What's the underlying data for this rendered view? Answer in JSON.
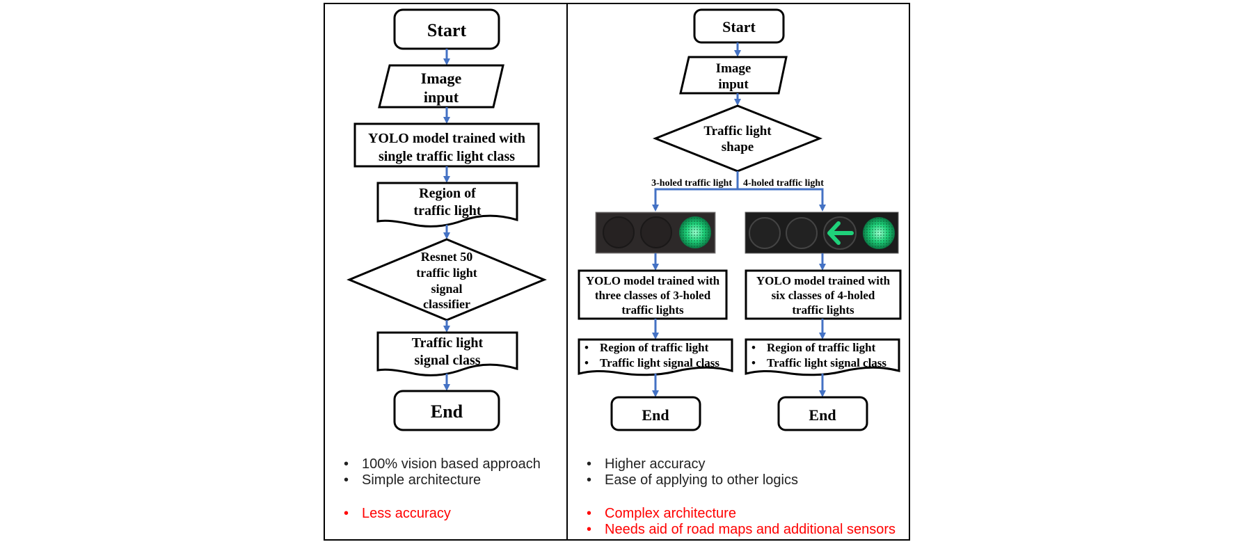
{
  "left": {
    "start": "Start",
    "image_input": [
      "Image",
      "input"
    ],
    "yolo": [
      "YOLO model trained with",
      "single traffic light class"
    ],
    "region": [
      "Region of",
      "traffic light"
    ],
    "resnet": [
      "Resnet 50",
      "traffic light",
      "signal",
      "classifier"
    ],
    "signal_class": [
      "Traffic light",
      "signal class"
    ],
    "end": "End",
    "pros": [
      "100% vision based approach",
      "Simple architecture"
    ],
    "cons": [
      "Less accuracy"
    ]
  },
  "right": {
    "start": "Start",
    "image_input": [
      "Image",
      "input"
    ],
    "shape_decision": [
      "Traffic light",
      "shape"
    ],
    "branch_3": "3-holed traffic light",
    "branch_4": "4-holed traffic light",
    "yolo_3": [
      "YOLO model trained with",
      "three classes of 3-holed",
      "traffic lights"
    ],
    "yolo_4": [
      "YOLO model trained with",
      "six classes of 4-holed",
      "traffic lights"
    ],
    "output_items": [
      "Region of traffic light",
      "Traffic light signal class"
    ],
    "end": "End",
    "pros": [
      "Higher accuracy",
      "Ease of applying to other logics"
    ],
    "cons": [
      "Complex architecture",
      "Needs aid of road maps and additional sensors"
    ]
  },
  "bullet": "•",
  "colors": {
    "arrow": "#4472c4",
    "cons_text": "#ff0000",
    "light_green": "#1fd17a",
    "housing": "#2a2a2a"
  }
}
